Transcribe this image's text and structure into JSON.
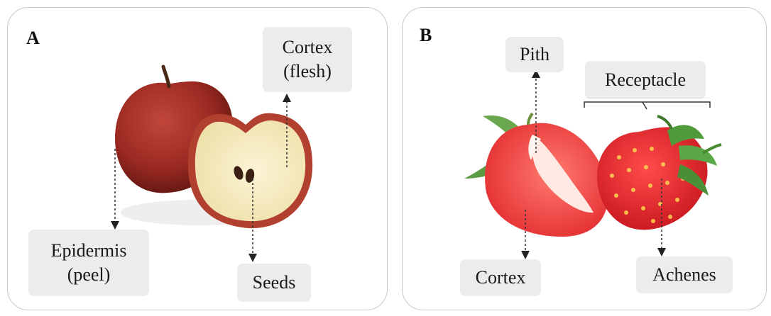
{
  "panels": [
    {
      "letter": "A",
      "fruit_icon": "apple-icon",
      "labels": {
        "cortex": "Cortex\n(flesh)",
        "epidermis": "Epidermis\n(peel)",
        "seeds": "Seeds"
      }
    },
    {
      "letter": "B",
      "fruit_icon": "strawberry-icon",
      "labels": {
        "pith": "Pith",
        "receptacle": "Receptacle",
        "cortex": "Cortex",
        "achenes": "Achenes"
      }
    }
  ],
  "colors": {
    "panel_border": "#c9c9c9",
    "label_bg": "#ececec",
    "apple_skin": "#9c2a22",
    "apple_flesh": "#f6ecc4",
    "strawberry_red": "#e0242a",
    "leaf_green": "#4f9a3a"
  }
}
